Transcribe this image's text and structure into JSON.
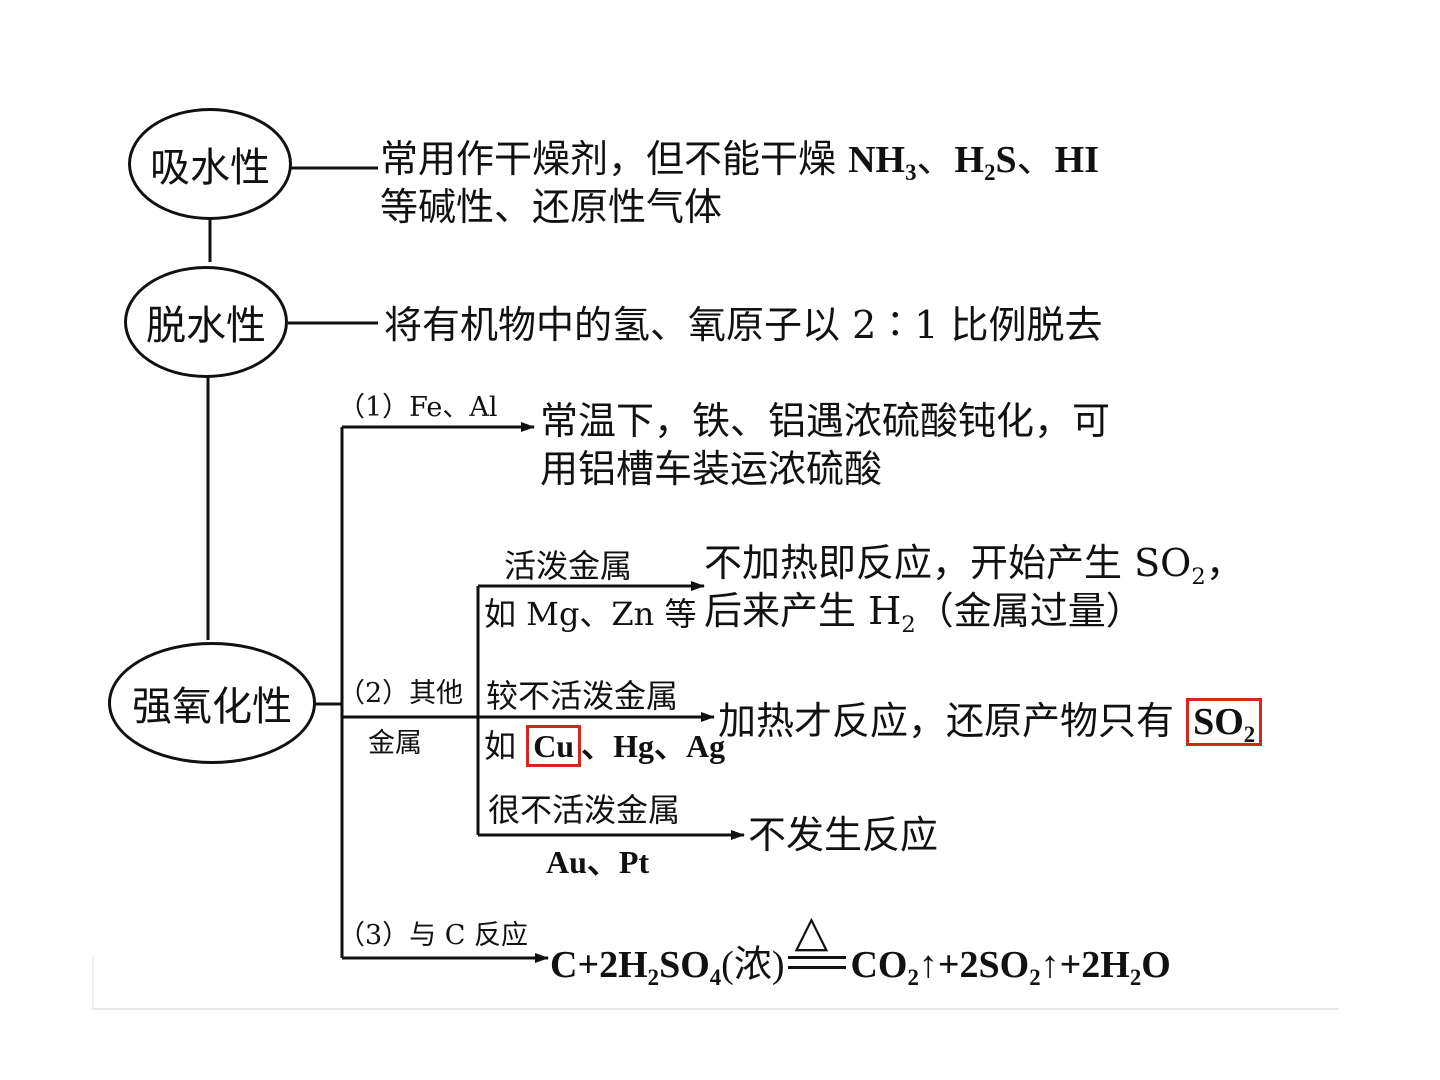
{
  "nodes": {
    "absorb": "吸水性",
    "dehydrate": "脱水性",
    "oxidize": "强氧化性"
  },
  "absorb_desc": {
    "line1_a": "常用作干燥剂，但不能干燥 ",
    "nh": "NH",
    "sub3": "3",
    "dun1": "、",
    "h": "H",
    "sub2": "2",
    "s": "S",
    "dun2": "、",
    "hi": "HI",
    "line2": "等碱性、还原性气体"
  },
  "dehydrate_desc": "将有机物中的氢、氧原子以 2∶1 比例脱去",
  "branch1": {
    "label": "（1）Fe、Al",
    "desc1": "常温下，铁、铝遇浓硫酸钝化，可",
    "desc2": "用铝槽车装运浓硫酸"
  },
  "branch2": {
    "label1": "（2）其他",
    "label2": "金属",
    "active": {
      "label": "活泼金属",
      "example": "如 Mg、Zn 等",
      "desc1_a": "不加热即反应，开始产生 SO",
      "desc1_sub": "2",
      "desc1_b": "，",
      "desc2_a": "后来产生 H",
      "desc2_sub": "2",
      "desc2_b": "（金属过量）"
    },
    "less_active": {
      "label": "较不活泼金属",
      "ex_a": "如 ",
      "ex_cu": "Cu",
      "ex_b": "、Hg、Ag",
      "desc": "加热才反应，还原产物只有 ",
      "so": "SO",
      "so_sub": "2"
    },
    "inactive": {
      "label": "很不活泼金属",
      "example": "Au、Pt",
      "desc": "不发生反应"
    }
  },
  "branch3": {
    "label": "（3）与 C 反应",
    "eq_a": "C+2H",
    "s1": "2",
    "eq_b": "SO",
    "s2": "4",
    "eq_c": "(浓)",
    "heat": "△",
    "eq_d": "CO",
    "s3": "2",
    "up1": "↑",
    "eq_e": "+2SO",
    "s4": "2",
    "up2": "↑",
    "eq_f": "+2H",
    "s5": "2",
    "eq_g": "O"
  },
  "colors": {
    "highlight": "#d9261c",
    "ink": "#111111"
  }
}
